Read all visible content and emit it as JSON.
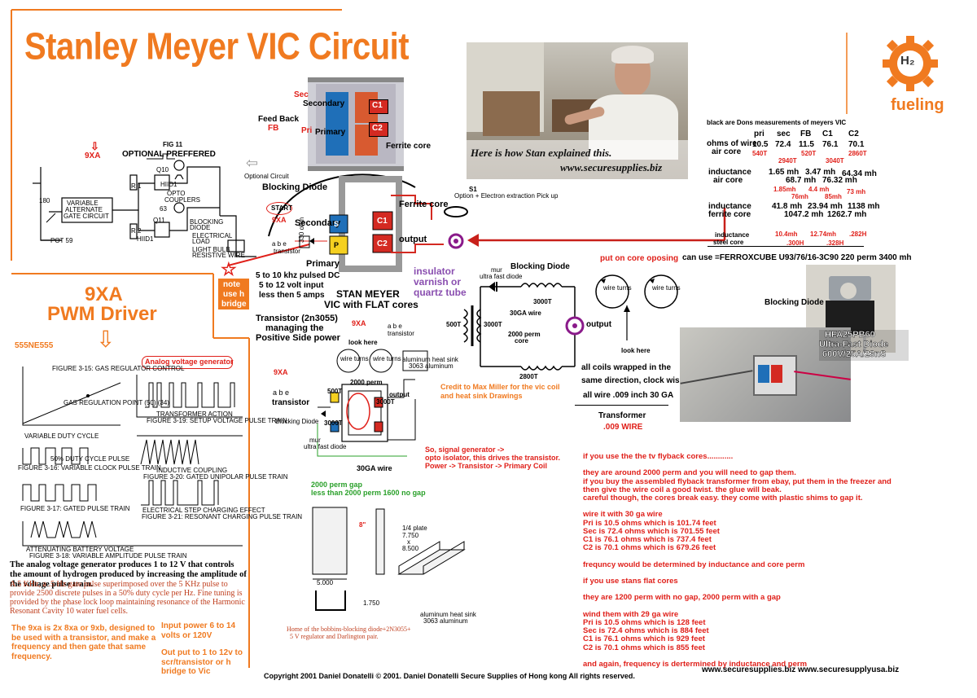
{
  "title": "Stanley Meyer VIC Circuit",
  "logo": {
    "h2": "H₂",
    "text": "fueling"
  },
  "photo_caption": {
    "line1": "Here is how  Stan explained this.",
    "line2": "www.securesupplies.biz"
  },
  "top_labels": {
    "sec": "Sec",
    "secondary": "Secondary",
    "feedback": "Feed Back",
    "fb": "FB",
    "pri": "Pri",
    "primary": "Primary",
    "ferrite_core": "Ferrite core",
    "c1": "C1",
    "c2": "C2"
  },
  "fig11": {
    "fig": "FIG  11",
    "optional": "OPTIONAL PREFFERED",
    "optional_circuit": "Optional Circuit",
    "nine_xa": "9XA",
    "q10": "Q10",
    "r1": "R 1",
    "hiid1": "HIID1",
    "opto": "OPTO",
    "couplers": "COUPLERS",
    "q11": "Q11",
    "r2": "R 2",
    "hiid1b": "HIID1",
    "n180": "180",
    "gate1": "VARIABLE",
    "gate2": "ALTERNATE",
    "gate3": "GATE CIRCUIT",
    "pot": "POT 59",
    "blocking1": "BLOCKING",
    "blocking2": "DIODE",
    "elec1": "ELECTRICAL",
    "elec2": "LOAD",
    "light1": "LIGHT BULB",
    "light2": "RESISTIVE WIRE",
    "n63": "63"
  },
  "vic_center": {
    "blocking_diode": "Blocking Diode",
    "start": "START",
    "nine_xa": "9XA",
    "secondary": "Secondary",
    "abe": "a  b  e",
    "transistor": "transistor",
    "ohm": "330 ohm",
    "primary": "Primary",
    "s": "S",
    "p": "P",
    "ferrite_core": "Ferrite core",
    "c1": "C1",
    "c2": "C2",
    "output": "output",
    "s1": "S1",
    "option": "Option + Electron extraction Pick up",
    "stan1": "STAN MEYER",
    "stan2": "VIC with FLAT cores",
    "freq1": "5 to 10 khz  pulsed DC",
    "freq2": "5 to 12 volt input",
    "freq3": "less then 5 amps",
    "trans1": "Transistor (2n3055)",
    "trans2": "managing the",
    "trans3": "Positive Side power",
    "note1": "note",
    "note2": "use h",
    "note3": "bridge",
    "ins1": "insulator",
    "ins2": "varnish or",
    "ins3": "quartz tube"
  },
  "measurements": {
    "title": "black are Dons measurements of meyers VIC",
    "headers": [
      "pri",
      "sec",
      "FB",
      "C1",
      "C2"
    ],
    "ohms_label1": "ohms of wire",
    "ohms_label2": "air core",
    "ohms": [
      "10.5",
      "72.4",
      "11.5",
      "76.1",
      "70.1"
    ],
    "turns": [
      "540T",
      "2940T",
      "520T",
      "3040T",
      "2860T"
    ],
    "ind_air1": "inductance",
    "ind_air2": "air core",
    "ind_air": [
      "1.65 mh",
      "3.47 mh",
      "64.34 mh",
      "68.7 mh",
      "76.32 mh"
    ],
    "ind_air_red": [
      "1.85mh",
      "4.4 mh",
      "73 mh",
      "76mh",
      "85mh"
    ],
    "ind_fer1": "inductance",
    "ind_fer2": "ferrite core",
    "ind_fer": [
      "41.8 mh",
      "23.94 mh",
      "1138 mh",
      "1047.2 mh",
      "1262.7 mh"
    ],
    "ind_steel1": "inductance",
    "ind_steel2": "steel core",
    "ind_steel": [
      "10.4mh",
      "12.74mh",
      ".282H",
      ".300H",
      ".328H"
    ],
    "can_use": "can use =FERROXCUBE U93/76/16-3C90    220 perm 3400 mh"
  },
  "right_mid": {
    "put_on_core": "put on core oposing",
    "blocking_diode": "Blocking Diode",
    "mur": "mur",
    "ultra": "ultra fast diode",
    "t3000a": "3000T",
    "awg": "30GA wire",
    "perm": "2000 perm",
    "core": "core",
    "t2800": "2800T",
    "t500": "500T",
    "t3000b": "3000T",
    "output": "output",
    "nine_xa": "9XA",
    "abe": "a  b  e",
    "transistor": "transistor",
    "wire_turns": "wire turns",
    "look_here": "look here",
    "coils1": "all coils wrapped in the",
    "coils2": "same direction, clock wise",
    "coils3": "all wire .009  inch  30 GA",
    "transformer": "Transformer",
    "wire009": ".009 WIRE",
    "diode_label": "Blocking Diode",
    "diode1": "HFA25PB60",
    "diode2": "Ultra-Fast Diode",
    "diode3": "600V/25A/23nS"
  },
  "drawing_mid": {
    "look_here": "look here",
    "wire_turns": "wire turns",
    "heat": "aluminum heat sink",
    "heat2": "3063 aluminum",
    "nine_xa": "9XA",
    "abe": "a  b  e",
    "transistor": "transistor",
    "blocking_diode": "Blocking Diode",
    "perm": "2000 perm",
    "t500": "500T",
    "t3000a": "3000T",
    "t3000b": "3000T",
    "output": "output",
    "mur": "mur",
    "ultra": "ultra fast diode",
    "awg": "30GA wire",
    "credit1": "Credit to Max Miller for the vic coil",
    "credit2": "and heat sink Drawings",
    "so1": "So, signal generator ->",
    "so2": "opto isolator, this drives the transistor.",
    "so3": "Power -> Transistor -> Primary Coil",
    "gap1": "2000 perm gap",
    "gap2": "less than 2000 perm 1600 no gap",
    "d_8": "8\"",
    "d_plate": "1/4 plate",
    "d_7750": "7.750",
    "d_x": "x",
    "d_8500": "8.500",
    "d_5000": "5.000",
    "d_1750": "1.750",
    "heat3": "aluminum heat sink",
    "heat4": "3063 aluminum",
    "home1": "Home of the bobbins-blocking diode+2N3055+",
    "home2": "5 V regulator and Darlington pair."
  },
  "pwm": {
    "title1": "9XA",
    "title2": "PWM Driver",
    "chip": "555NE555",
    "analog": "Analog voltage generator",
    "f315": "FIGURE 3-15: GAS REGULATOR CONTROL",
    "f319": "FIGURE 3-19: SETUP VOLTAGE PULSE TRAIN",
    "f316": "FIGURE 3-16: VARIABLE CLOCK PULSE TRAIN",
    "f320": "FIGURE 3-20: GATED UNIPOLAR PULSE TRAIN",
    "f317": "FIGURE 3-17: GATED PULSE TRAIN",
    "f321": "FIGURE 3-21: RESONANT CHARGING PULSE TRAIN",
    "f318": "FIGURE 3-18: VARIABLE AMPLITUDE PULSE TRAIN",
    "ind": "INDUCTIVE COUPLING",
    "step": "ELECTRICAL STEP CHARGING EFFECT",
    "atten": "ATTENUATING BATTERY VOLTAGE",
    "trans_act": "TRANSFORMER ACTION",
    "duty": "VARIABLE DUTY CYCLE",
    "duty50": "50% DUTY CYCLE PULSE",
    "gas_reg": "GAS REGULATION POINT (50) (34)",
    "p1": "The analog voltage generator produces 1 to 12 V that controls the amount of hydrogen produced by increasing the amplitude of the voltage pulse train.",
    "p2": "A 5 KHz, a .5 Hz gate pulse superimposed over the 5 KHz pulse to provide 2500 discrete pulses in a 50% duty cycle per Hz. Fine tuning is provided by the phase lock loop maintaining resonance of the Harmonic Resonant Cavity 10 water fuel cells.",
    "p3": "The 9xa is 2x 8xa or 9xb, designed to be used with a transistor, and make a frequency and then gate that same frequency.",
    "p4a": "Input power 6 to 14 volts or 120V",
    "p4b": "Out put to 1 to 12v to scr/transistor or h bridge  to Vic"
  },
  "right_text": [
    "if you use the the tv flyback cores............",
    "",
    "they are around 2000 perm and you will need to gap them.",
    "if you buy the assembled flyback transformer from ebay, put them in the freezer and",
    "then give the wire coil a good twist. the glue will beak.",
    "careful though, the cores break easy. they come with plastic shims to gap it.",
    "",
    "wire it with 30 ga wire",
    "Pri is 10.5 ohms which is 101.74 feet",
    "Sec is 72.4 ohms which is 701.55 feet",
    "C1 is 76.1 ohms which is 737.4 feet",
    "C2 is 70.1 ohms which is 679.26 feet",
    "",
    "frequncy would be determined by inductance and core perm",
    "",
    "if you use stans flat cores",
    "",
    "they are 1200 perm with no gap, 2000 perm with a gap",
    "",
    "wind them with 29 ga wire",
    "Pri is 10.5 ohms which is 128 feet",
    "Sec is 72.4 ohms which is 884 feet",
    "C1 is 76.1 ohms which is 929 feet",
    "C2 is 70.1 ohms which is 855 feet",
    "",
    "and again, frequency is dertermined by inductance and perm"
  ],
  "footer": {
    "copyright": "Copyright 2001 Daniel Donatelli   © 2001. Daniel Donatelli Secure Supplies   of Hong kong    All rights reserved.",
    "sites": "www.securesupplies.biz  www.securesupplyusa.biz"
  },
  "colors": {
    "orange": "#f07a20",
    "red": "#e0201a",
    "green": "#2aa02a",
    "blue": "#1c4fb0"
  }
}
